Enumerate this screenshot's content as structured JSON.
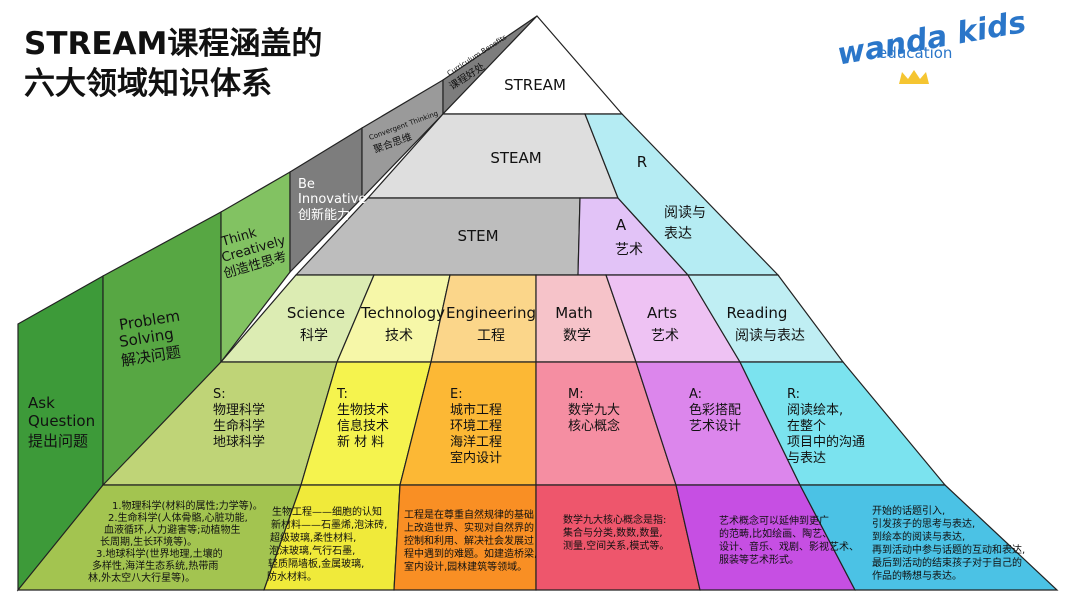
{
  "title": {
    "line1": "STREAM课程涵盖的",
    "line2": "六大领域知识体系"
  },
  "logo": {
    "name": "wanda kids",
    "sub": "education"
  },
  "pyramid": {
    "stream": "STREAM",
    "steam": "STEAM",
    "stem": "STEM",
    "a_letter": "A",
    "a_cn": "艺术",
    "r_letter": "R",
    "r_cn": [
      "阅读与",
      "表达"
    ]
  },
  "side": {
    "benefits_en": "Curriculum Benefits",
    "benefits_cn": "课程好处",
    "convergent_en": "Convergent Thinking",
    "convergent_cn": "聚合思维",
    "innovative_en": [
      "Be",
      "Innovative"
    ],
    "innovative_cn": "创新能力",
    "creative_en": [
      "Think",
      "Creatively"
    ],
    "creative_cn": "创造性思考",
    "problem_en": [
      "Problem",
      "Solving"
    ],
    "problem_cn": "解决问题",
    "ask_en": [
      "Ask",
      "Question"
    ],
    "ask_cn": "提出问题"
  },
  "subjects": [
    {
      "en": "Science",
      "cn": "科学"
    },
    {
      "en": "Technology",
      "cn": "技术"
    },
    {
      "en": "Engineering",
      "cn": "工程"
    },
    {
      "en": "Math",
      "cn": "数学"
    },
    {
      "en": "Arts",
      "cn": "艺术"
    },
    {
      "en": "Reading",
      "cn": "阅读与表达"
    }
  ],
  "topics": [
    [
      "S:",
      "物理科学",
      "生命科学",
      "地球科学"
    ],
    [
      "T:",
      "生物技术",
      "信息技术",
      "新 材 料"
    ],
    [
      "E:",
      "城市工程",
      "环境工程",
      "海洋工程",
      "室内设计"
    ],
    [
      "M:",
      "数学九大",
      "核心概念"
    ],
    [
      "A:",
      "色彩搭配",
      "艺术设计"
    ],
    [
      "R:",
      "阅读绘本,",
      "在整个",
      "项目中的沟通",
      "与表达"
    ]
  ],
  "details": [
    [
      "1.物理科学(材料的属性;力学等)。",
      "2.生命科学(人体骨骼,心脏功能,",
      "血液循环,人力避害等;动植物生",
      "长周期,生长环境等)。",
      "3.地球科学(世界地理,土壤的",
      "多样性,海洋生态系统,热带雨",
      "林,外太空八大行星等)。"
    ],
    [
      "生物工程——细胞的认知",
      "新材料——石墨烯,泡沫砖,",
      "超级玻璃,柔性材料,",
      "泡沫玻璃,气行石墨,",
      "轻质隔墙板,金属玻璃,",
      "防水材料。"
    ],
    [
      "工程是在尊重自然规律的基础",
      "上改造世界、实现对自然界的",
      "控制和利用、解决社会发展过",
      "程中遇到的难题。如建造桥梁,",
      "室内设计,园林建筑等领域。"
    ],
    [
      "数学九大核心概念是指:",
      "集合与分类,数数,数量,",
      "测量,空间关系,模式等。"
    ],
    [
      "艺术概念可以延伸到更广",
      "的范畴,比如绘画、陶艺、",
      "设计、音乐、戏剧、影视艺术、",
      "服装等艺术形式。"
    ],
    [
      "开始的话题引入,",
      "引发孩子的思考与表达,",
      "到绘本的阅读与表达,",
      "再到活动中参与话题的互动和表达,",
      "最后到活动的结束孩子对于自己的",
      "作品的畅想与表达。"
    ]
  ],
  "colors": {
    "stream": "#ffffff",
    "steam": "#dedede",
    "stem": "#bdbdbd",
    "a_box": "#e2c3f7",
    "r_box": "#b5ecf3",
    "science": [
      "#dcecb3",
      "#bfd477",
      "#a3c450"
    ],
    "technology": [
      "#f6f7a8",
      "#f5f34e",
      "#f0ea3a"
    ],
    "engineering": [
      "#fbd68a",
      "#fcb835",
      "#f98f24"
    ],
    "math": [
      "#f6c3c9",
      "#f58ea2",
      "#ee566c"
    ],
    "arts": [
      "#eec2f3",
      "#dc86ec",
      "#c64fe3"
    ],
    "reading": [
      "#bfeef3",
      "#7be3ef",
      "#4bc2e5"
    ],
    "side_gray_dark": "#7d7d7d",
    "side_gray_mid": "#9a9a9a",
    "green_light": "#82c262",
    "green_mid": "#57a743",
    "green_dark": "#3d9a39",
    "logo_blue": "#2a76c9",
    "crown": "#f5c531"
  }
}
